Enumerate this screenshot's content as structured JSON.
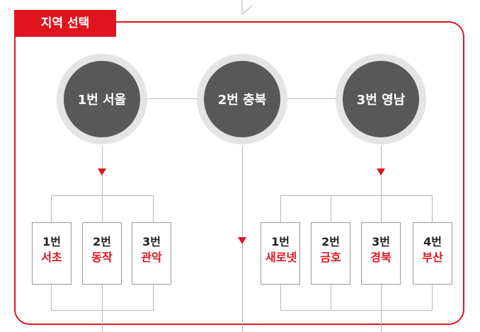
{
  "title": "지역 선택",
  "colors": {
    "accent": "#e0141e",
    "circle": "#585858",
    "ring": "#e4e4e4",
    "line": "#b8b8b8"
  },
  "regions": [
    {
      "label": "1번 서울",
      "branches": [
        {
          "num": "1번",
          "name": "서초"
        },
        {
          "num": "2번",
          "name": "동작"
        },
        {
          "num": "3번",
          "name": "관악"
        }
      ]
    },
    {
      "label": "2번 충북",
      "branches": []
    },
    {
      "label": "3번 영남",
      "branches": [
        {
          "num": "1번",
          "name": "새로넷"
        },
        {
          "num": "2번",
          "name": "금호"
        },
        {
          "num": "3번",
          "name": "경북"
        },
        {
          "num": "4번",
          "name": "부산"
        }
      ]
    }
  ]
}
